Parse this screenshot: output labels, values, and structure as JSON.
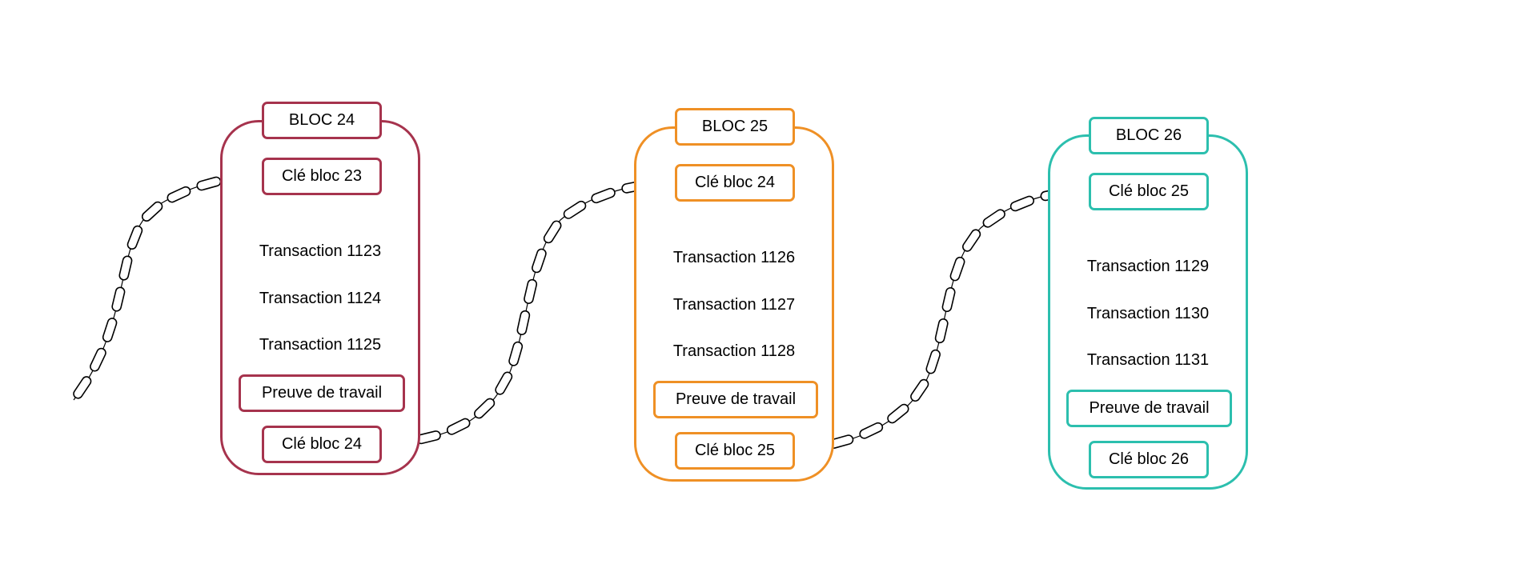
{
  "colors": {
    "block_24": "#a6334d",
    "block_25": "#ef9025",
    "block_26": "#2cbfae",
    "chain": "#000000"
  },
  "blocks": [
    {
      "title": "BLOC 24",
      "prev_key": "Clé bloc 23",
      "transactions": [
        "Transaction 1123",
        "Transaction 1124",
        "Transaction 1125"
      ],
      "proof": "Preuve de travail",
      "key": "Clé bloc 24"
    },
    {
      "title": "BLOC 25",
      "prev_key": "Clé bloc 24",
      "transactions": [
        "Transaction 1126",
        "Transaction 1127",
        "Transaction 1128"
      ],
      "proof": "Preuve de travail",
      "key": "Clé bloc 25"
    },
    {
      "title": "BLOC 26",
      "prev_key": "Clé bloc 25",
      "transactions": [
        "Transaction 1129",
        "Transaction 1130",
        "Transaction 1131"
      ],
      "proof": "Preuve de travail",
      "key": "Clé bloc 26"
    }
  ]
}
